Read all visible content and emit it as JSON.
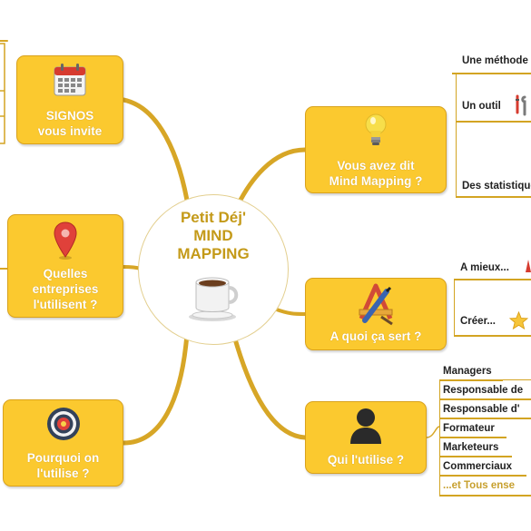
{
  "center": {
    "line1": "Petit Déj'",
    "line2": "MIND",
    "line3": "MAPPING",
    "icon": "coffee-cup-icon"
  },
  "nodes": {
    "signos": {
      "label_1": "SIGNOS",
      "label_2": "vous invite",
      "icon": "calendar-icon"
    },
    "entreprises": {
      "label_1": "Quelles",
      "label_2": "entreprises",
      "label_3": "l'utilisent ?",
      "icon": "map-pin-icon"
    },
    "pourquoi": {
      "label_1": "Pourquoi on",
      "label_2": "l'utilise ?",
      "icon": "target-icon"
    },
    "vous_avez": {
      "label_1": "Vous avez dit",
      "label_2": "Mind Mapping ?",
      "icon": "lightbulb-icon"
    },
    "a_quoi": {
      "label_1": "A quoi ça sert ?",
      "icon": "design-tools-icon"
    },
    "qui": {
      "label_1": "Qui l'utilise ?",
      "icon": "person-icon"
    }
  },
  "leaves": {
    "vous_avez": [
      "Une méthode",
      "Un outil",
      "Des statistiques"
    ],
    "a_quoi": [
      "A mieux...",
      "Créer..."
    ],
    "qui": [
      "Managers",
      "Responsable de",
      "Responsable d'",
      "Formateur",
      "Marketeurs",
      "Commerciaux",
      "...et Tous ense"
    ]
  },
  "colors": {
    "node_fill": "#fbc92f",
    "node_border": "#d9a21c",
    "branch": "#d7a626",
    "center_text": "#c49a19"
  }
}
